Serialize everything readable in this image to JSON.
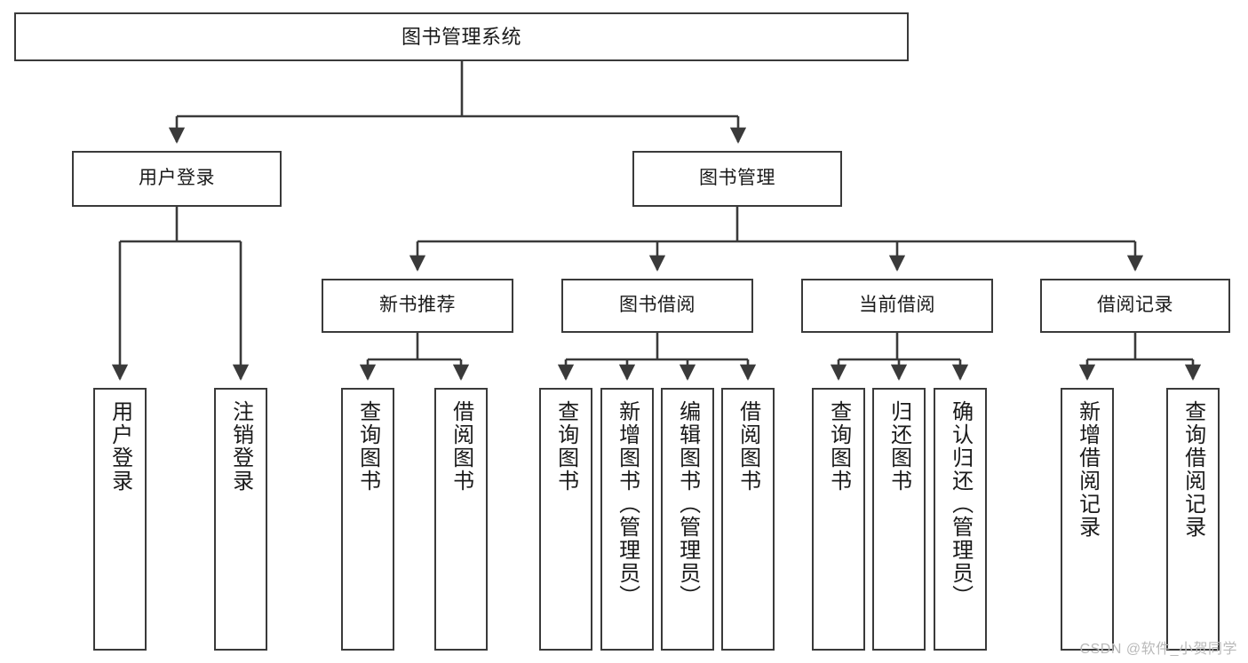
{
  "diagram": {
    "title": "图书管理系统",
    "type": "tree-hierarchy",
    "orientation": "top-down",
    "colors": {
      "stroke": "#3a3a3a",
      "fill": "#ffffff",
      "text": "#1a1a1a",
      "watermark": "#b9b9b9"
    },
    "root": {
      "label": "图书管理系统"
    },
    "level2": [
      {
        "label": "用户登录"
      },
      {
        "label": "图书管理"
      }
    ],
    "level3": [
      {
        "label": "新书推荐"
      },
      {
        "label": "图书借阅"
      },
      {
        "label": "当前借阅"
      },
      {
        "label": "借阅记录"
      }
    ],
    "leaves": {
      "user_login": [
        {
          "label": "用户登录"
        },
        {
          "label": "注销登录"
        }
      ],
      "new_book_recommend": [
        {
          "label": "查询图书"
        },
        {
          "label": "借阅图书"
        }
      ],
      "book_borrow": [
        {
          "label": "查询图书"
        },
        {
          "label": "新增图书（管理员）"
        },
        {
          "label": "编辑图书（管理员）"
        },
        {
          "label": "借阅图书"
        }
      ],
      "current_borrow": [
        {
          "label": "查询图书"
        },
        {
          "label": "归还图书"
        },
        {
          "label": "确认归还（管理员）"
        }
      ],
      "borrow_record": [
        {
          "label": "新增借阅记录"
        },
        {
          "label": "查询借阅记录"
        }
      ]
    }
  },
  "watermark": {
    "text": "CSDN @软件_小贺同学"
  }
}
